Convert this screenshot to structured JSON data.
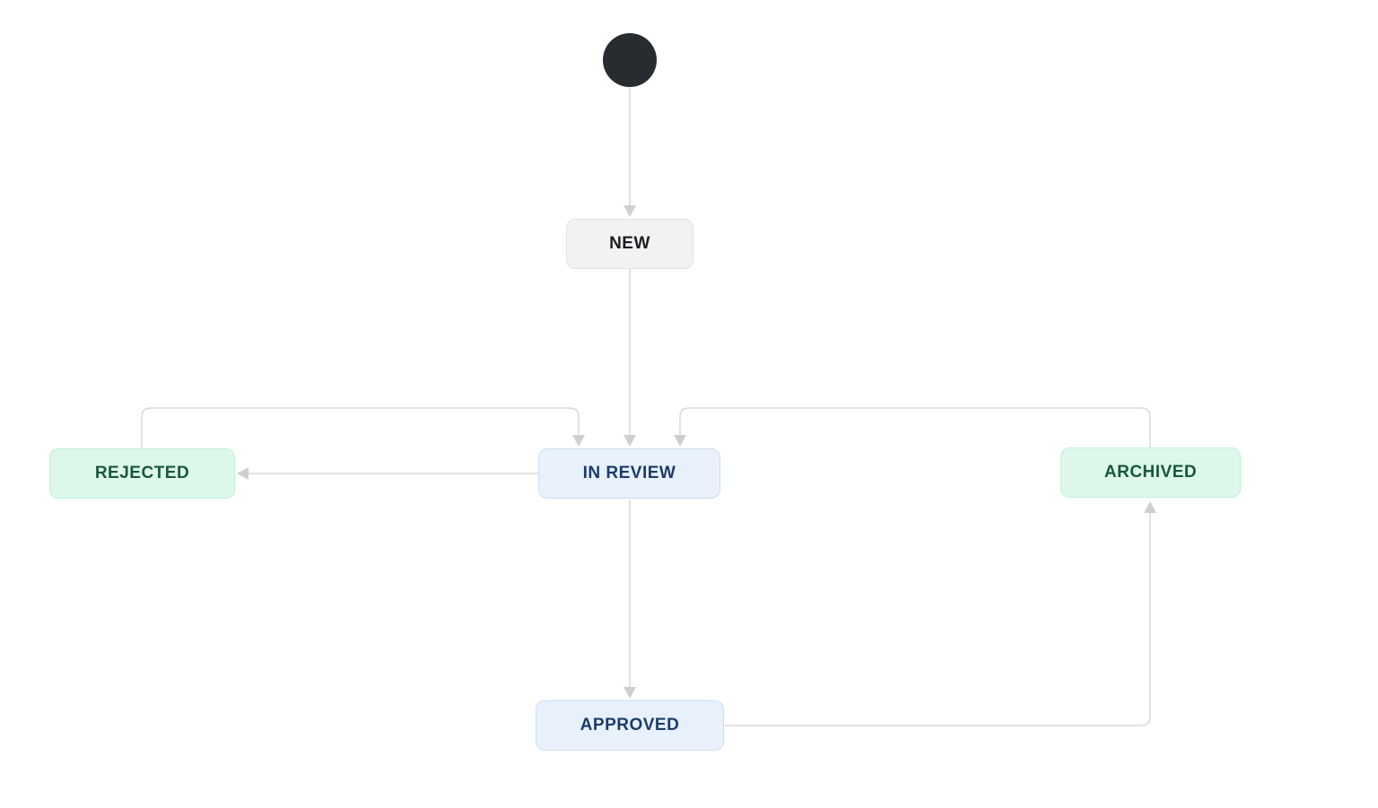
{
  "diagram": {
    "type": "workflow-state-diagram",
    "nodes": {
      "start": {
        "type": "initial",
        "shape": "filled-circle"
      },
      "new": {
        "label": "NEW",
        "category": "neutral"
      },
      "in_review": {
        "label": "IN REVIEW",
        "category": "blue"
      },
      "rejected": {
        "label": "REJECTED",
        "category": "green"
      },
      "archived": {
        "label": "ARCHIVED",
        "category": "green"
      },
      "approved": {
        "label": "APPROVED",
        "category": "blue"
      }
    },
    "transitions": [
      {
        "from": "start",
        "to": "new"
      },
      {
        "from": "new",
        "to": "in_review"
      },
      {
        "from": "rejected",
        "to": "in_review"
      },
      {
        "from": "archived",
        "to": "in_review"
      },
      {
        "from": "in_review",
        "to": "rejected"
      },
      {
        "from": "in_review",
        "to": "approved"
      },
      {
        "from": "approved",
        "to": "archived"
      }
    ],
    "colors": {
      "edge": "#d9d9d9",
      "arrow": "#cfcfcf",
      "start_node": "#282b2f",
      "neutral_bg": "#f2f2f2",
      "neutral_border": "#e1e1e1",
      "neutral_text": "#1a1d21",
      "blue_bg": "#e8f1fb",
      "blue_border": "#c9def3",
      "blue_text": "#1c3c6a",
      "green_bg": "#ddf8eb",
      "green_border": "#c0efd8",
      "green_text": "#17583b"
    }
  }
}
